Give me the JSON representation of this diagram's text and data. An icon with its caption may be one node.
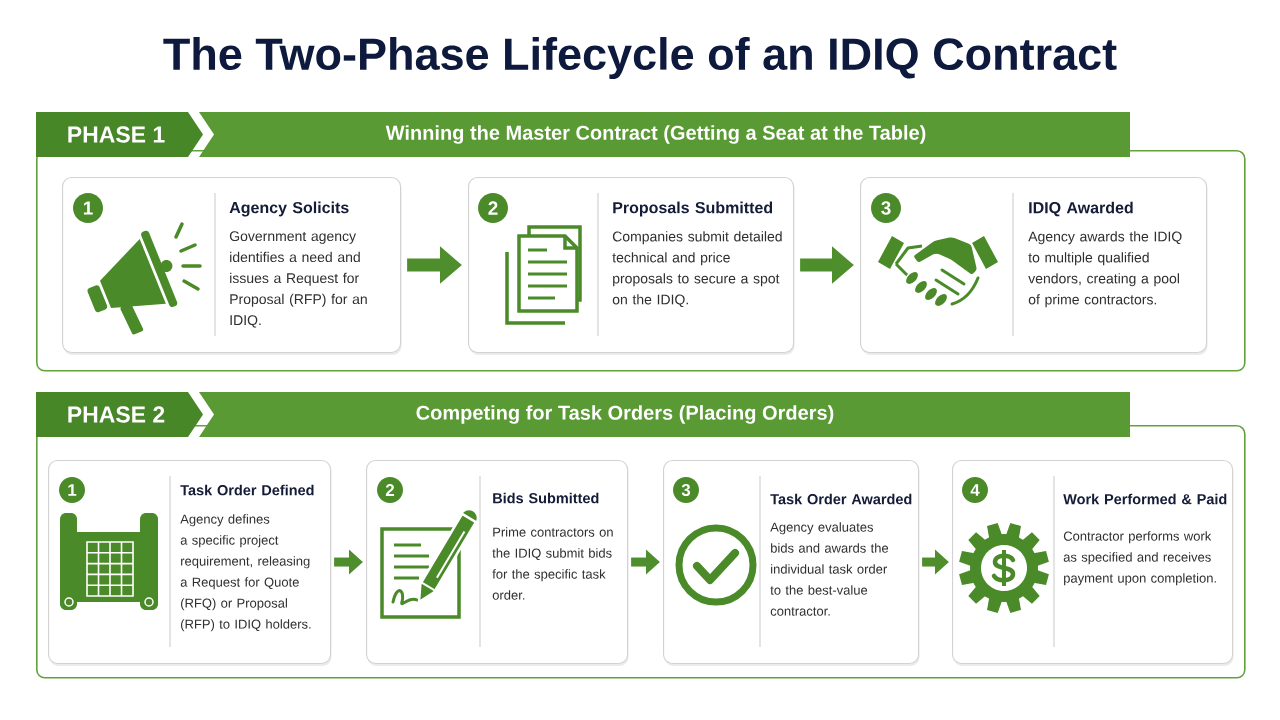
{
  "diagram": {
    "title": "The Two-Phase Lifecycle of an IDIQ Contract",
    "nodes": [
      {
        "text": [
          "PHASE 1",
          "Winning the Master Contract (Getting a Seat at the Table)"
        ]
      },
      {
        "text": [
          "1",
          "Agency Solicits",
          "Government agency identifies a need and issues a Request for Proposal (RFP) for an IDIQ."
        ],
        "in": 0
      },
      {
        "text": [
          "2",
          "Proposals Submitted",
          "Companies submit detailed technical and price proposals to secure a spot on the IDIQ."
        ],
        "in": 0
      },
      {
        "text": [
          "3",
          "IDIQ Awarded",
          "Agency awards the IDIQ to multiple qualified vendors, creating a pool of prime contractors."
        ],
        "in": 0
      },
      {
        "text": [
          "PHASE 2",
          "Competing for Task Orders (Placing Orders)"
        ]
      },
      {
        "text": [
          "1",
          "Task Order Defined",
          "Agency defines a specific project requirement, releasing a Request for Quote (RFQ) or Proposal (RFP) to IDIQ holders."
        ],
        "in": 4
      },
      {
        "text": [
          "2",
          "Bids Submitted",
          "Prime contractors on the IDIQ submit bids for the specific task order."
        ],
        "in": 4
      },
      {
        "text": [
          "3",
          "Task Order Awarded",
          "Agency evaluates bids and awards the individual task order to the best-value contractor."
        ],
        "in": 4
      },
      {
        "text": [
          "4",
          "Work Performed & Paid",
          "Contractor performs work as specified and receives payment upon completion."
        ],
        "in": 4
      }
    ],
    "edges": [
      {
        "from": 1,
        "to": 2,
        "arrow": "to"
      },
      {
        "from": 2,
        "to": 3,
        "arrow": "to"
      },
      {
        "from": 5,
        "to": 6,
        "arrow": "to"
      },
      {
        "from": 6,
        "to": 7,
        "arrow": "to"
      },
      {
        "from": 7,
        "to": 8,
        "arrow": "to"
      }
    ]
  }
}
